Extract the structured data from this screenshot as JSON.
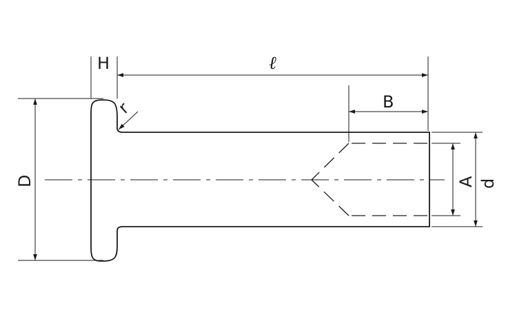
{
  "labels": {
    "head_height": "H",
    "length": "ℓ",
    "radius": "r",
    "bore_depth": "B",
    "head_diameter": "D",
    "bore_diameter": "A",
    "shank_diameter": "d"
  },
  "colors": {
    "line": "#1a1a1a",
    "background": "#ffffff"
  }
}
